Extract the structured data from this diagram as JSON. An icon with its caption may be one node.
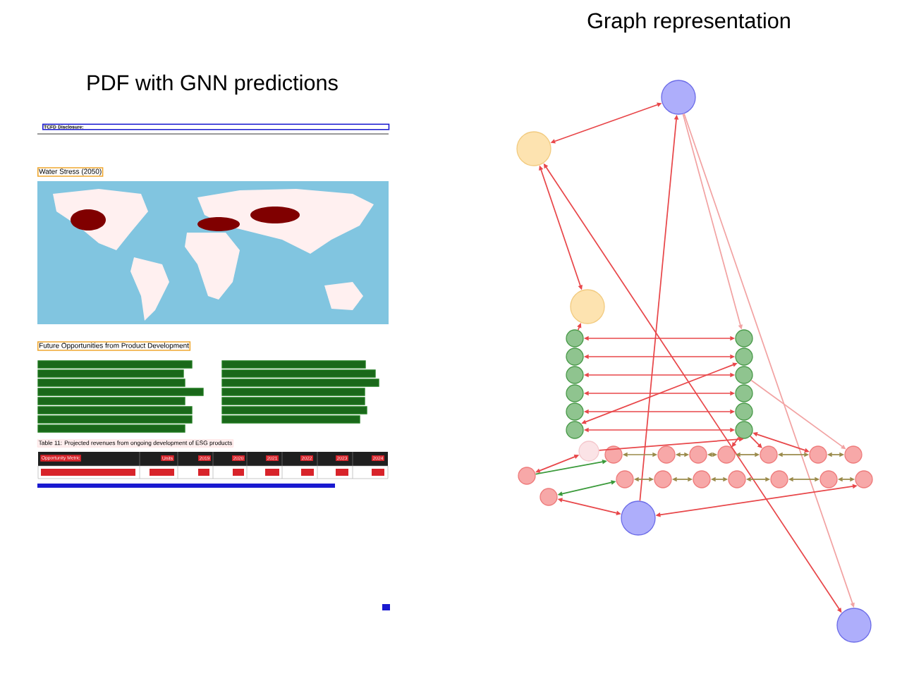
{
  "diagram": {
    "nodes": [
      {
        "text": [
          "TCFD Disclosure:"
        ]
      },
      {
        "text": [
          "Water Stress (2050)"
        ]
      },
      {
        "text": [
          "Future Opportunities from Product Development"
        ]
      },
      {
        "text": [
          "Table 11: Projected revenues from ongoing development of ESG products"
        ]
      },
      {
        "text": [
          "Opportunity Metric"
        ]
      },
      {
        "text": [
          "Units"
        ]
      },
      {
        "text": [
          "2019"
        ]
      },
      {
        "text": [
          "2020"
        ]
      },
      {
        "text": [
          "2021"
        ]
      },
      {
        "text": [
          "2022"
        ]
      },
      {
        "text": [
          "2023"
        ]
      },
      {
        "text": [
          "2024"
        ]
      },
      {
        "text": [],
        "shape": "circle"
      },
      {
        "text": [],
        "shape": "circle"
      },
      {
        "text": [],
        "shape": "circle"
      },
      {
        "text": [],
        "shape": "circle"
      },
      {
        "text": [],
        "shape": "circle"
      },
      {
        "text": [],
        "shape": "circle"
      },
      {
        "text": [],
        "shape": "circle"
      },
      {
        "text": [],
        "shape": "circle"
      },
      {
        "text": [],
        "shape": "circle"
      },
      {
        "text": [],
        "shape": "circle"
      },
      {
        "text": [],
        "shape": "circle"
      },
      {
        "text": [],
        "shape": "circle"
      },
      {
        "text": [],
        "shape": "circle"
      },
      {
        "text": [],
        "shape": "circle"
      },
      {
        "text": [],
        "shape": "circle"
      },
      {
        "text": [],
        "shape": "circle"
      },
      {
        "text": [],
        "shape": "circle"
      },
      {
        "text": [],
        "shape": "circle"
      },
      {
        "text": [],
        "shape": "circle"
      },
      {
        "text": [],
        "shape": "circle"
      },
      {
        "text": [],
        "shape": "circle"
      },
      {
        "text": [],
        "shape": "circle"
      },
      {
        "text": [],
        "shape": "circle"
      },
      {
        "text": [],
        "shape": "circle"
      },
      {
        "text": [],
        "shape": "circle"
      },
      {
        "text": [],
        "shape": "circle"
      },
      {
        "text": [],
        "shape": "circle"
      },
      {
        "text": [],
        "shape": "circle"
      },
      {
        "text": [],
        "shape": "circle"
      },
      {
        "text": [],
        "shape": "circle"
      },
      {
        "text": [],
        "shape": "circle"
      },
      {
        "text": [],
        "shape": "circle"
      },
      {
        "text": [],
        "shape": "circle"
      },
      {
        "text": [],
        "shape": "circle"
      }
    ],
    "edges": [
      {
        "from": 12,
        "to": 13,
        "arrow": "both"
      },
      {
        "from": 13,
        "to": 14,
        "arrow": "both"
      },
      {
        "from": 44,
        "to": 12,
        "arrow": "to"
      },
      {
        "from": 13,
        "to": 45,
        "arrow": "both"
      },
      {
        "from": 12,
        "to": 45,
        "arrow": "to",
        "color": "#f2a3a3"
      },
      {
        "from": 12,
        "to": 21,
        "arrow": "to",
        "color": "#f2a3a3"
      },
      {
        "from": 15,
        "to": 21,
        "arrow": "both"
      },
      {
        "from": 16,
        "to": 22,
        "arrow": "both"
      },
      {
        "from": 17,
        "to": 23,
        "arrow": "both"
      },
      {
        "from": 18,
        "to": 24,
        "arrow": "both"
      },
      {
        "from": 19,
        "to": 25,
        "arrow": "both"
      },
      {
        "from": 20,
        "to": 26,
        "arrow": "both"
      },
      {
        "from": 20,
        "to": 22,
        "arrow": "both"
      },
      {
        "from": 27,
        "to": 26,
        "arrow": "to"
      },
      {
        "from": 15,
        "to": 14,
        "arrow": "to"
      },
      {
        "from": 26,
        "to": 33,
        "arrow": "to"
      },
      {
        "from": 26,
        "to": 34,
        "arrow": "to"
      },
      {
        "from": 35,
        "to": 26,
        "arrow": "both"
      },
      {
        "from": 23,
        "to": 36,
        "arrow": "to",
        "color": "#f2a3a3"
      },
      {
        "from": 28,
        "to": 27,
        "arrow": "both"
      },
      {
        "from": 29,
        "to": 44,
        "arrow": "both"
      },
      {
        "from": 28,
        "to": 30,
        "arrow": "to",
        "color": "#3a9a3a"
      },
      {
        "from": 29,
        "to": 37,
        "arrow": "both",
        "color": "#3a9a3a"
      },
      {
        "from": 44,
        "to": 43,
        "arrow": "both"
      },
      {
        "from": 30,
        "to": 31,
        "arrow": "both",
        "color": "#9a8a4a"
      },
      {
        "from": 31,
        "to": 32,
        "arrow": "both",
        "color": "#9a8a4a"
      },
      {
        "from": 32,
        "to": 33,
        "arrow": "both",
        "color": "#9a8a4a"
      },
      {
        "from": 33,
        "to": 34,
        "arrow": "both",
        "color": "#9a8a4a"
      },
      {
        "from": 34,
        "to": 35,
        "arrow": "both",
        "color": "#9a8a4a"
      },
      {
        "from": 35,
        "to": 36,
        "arrow": "both",
        "color": "#9a8a4a"
      },
      {
        "from": 37,
        "to": 38,
        "arrow": "both",
        "color": "#9a8a4a"
      },
      {
        "from": 38,
        "to": 39,
        "arrow": "both",
        "color": "#9a8a4a"
      },
      {
        "from": 39,
        "to": 40,
        "arrow": "both",
        "color": "#9a8a4a"
      },
      {
        "from": 40,
        "to": 41,
        "arrow": "both",
        "color": "#9a8a4a"
      },
      {
        "from": 41,
        "to": 42,
        "arrow": "both",
        "color": "#9a8a4a"
      },
      {
        "from": 42,
        "to": 43,
        "arrow": "both",
        "color": "#9a8a4a"
      }
    ],
    "labels": [
      "Graph representation",
      "PDF with GNN predictions"
    ]
  }
}
